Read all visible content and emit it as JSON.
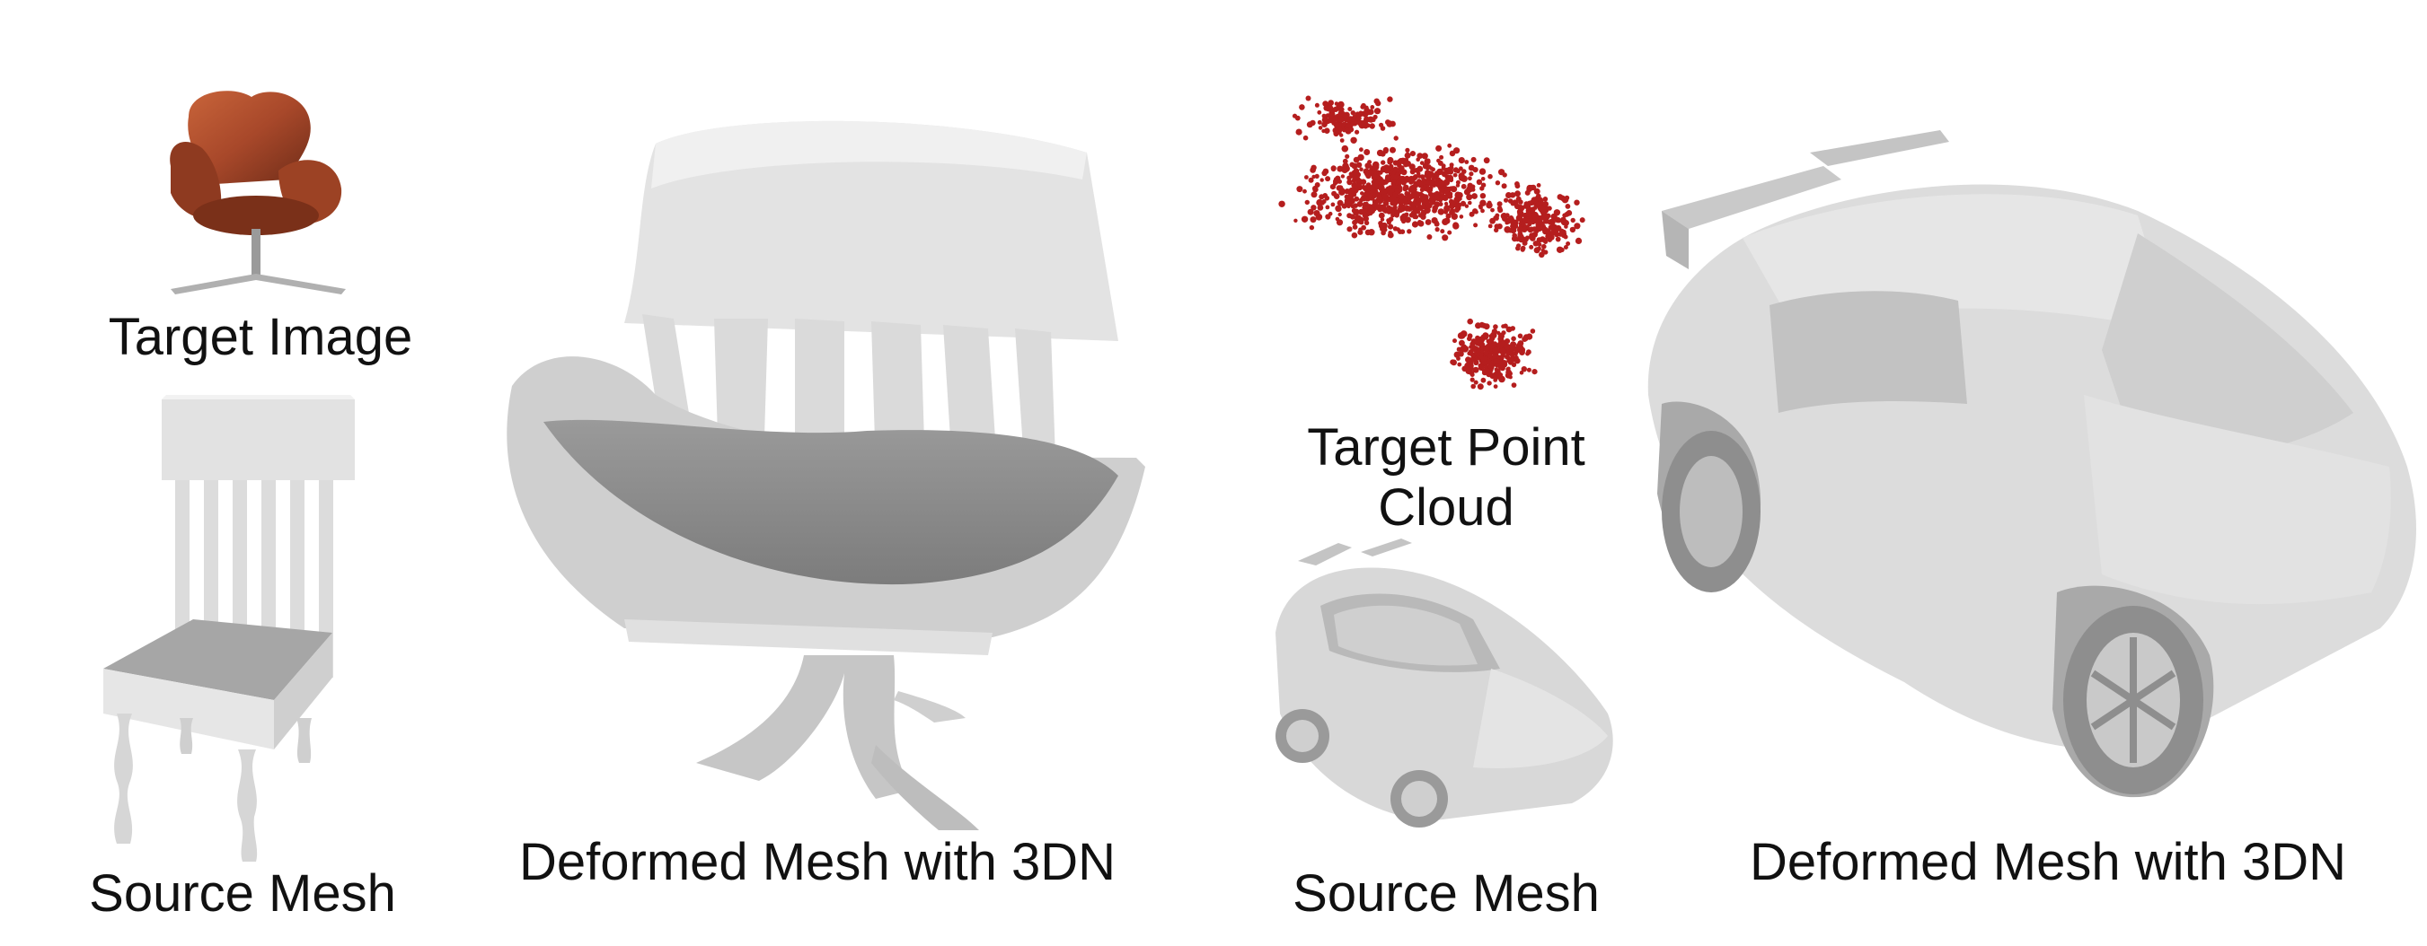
{
  "figure": {
    "left_group": {
      "target_image_caption": "Target Image",
      "source_mesh_caption": "Source Mesh",
      "deformed_caption": "Deformed Mesh with 3DN"
    },
    "right_group": {
      "target_point_cloud_caption_line1": "Target Point",
      "target_point_cloud_caption_line2": "Cloud",
      "source_mesh_caption": "Source Mesh",
      "deformed_caption": "Deformed Mesh with 3DN"
    },
    "colors": {
      "mesh_light": "#e6e6e6",
      "mesh_mid": "#c8c8c8",
      "mesh_dark": "#9e9e9e",
      "leather": "#a8482a",
      "point_cloud": "#b51e1e"
    }
  }
}
